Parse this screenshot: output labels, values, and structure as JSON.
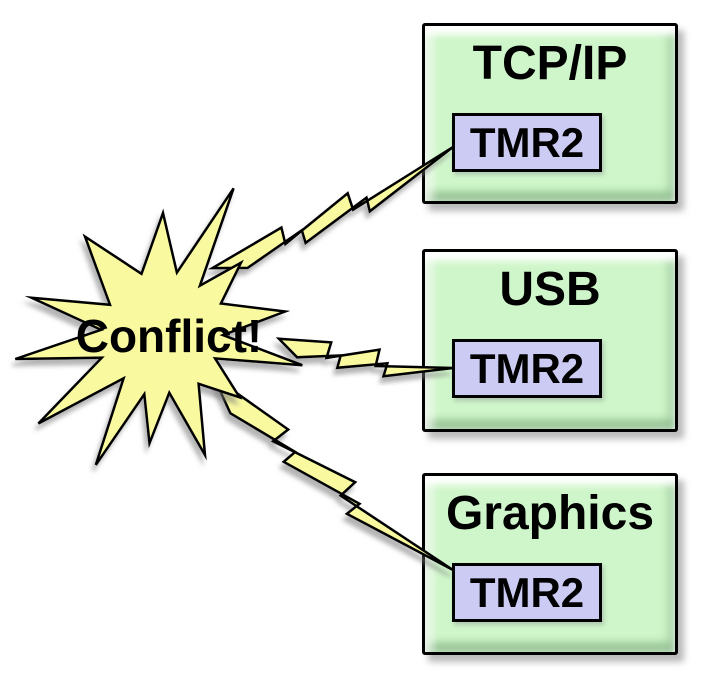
{
  "diagram": {
    "conflict_label": "Conflict!",
    "modules": [
      {
        "title": "TCP/IP",
        "chip_label": "TMR2"
      },
      {
        "title": "USB",
        "chip_label": "TMR2"
      },
      {
        "title": "Graphics",
        "chip_label": "TMR2"
      }
    ],
    "colors": {
      "module_fill": "#cff6ca",
      "chip_fill": "#cccbf4",
      "burst_fill": "#f9f9a0",
      "bolt_fill": "#f9f9a0",
      "outline": "#000000",
      "shadow": "#888888",
      "background": "#ffffff"
    }
  }
}
